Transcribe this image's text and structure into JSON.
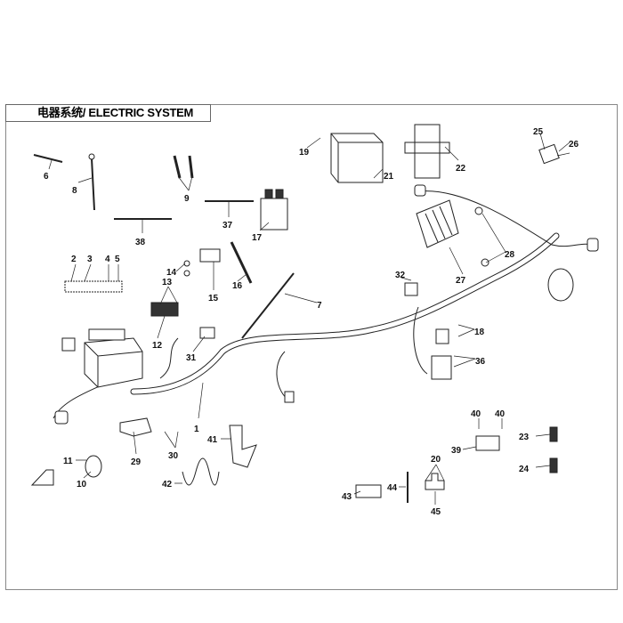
{
  "title": "电器系统/ ELECTRIC SYSTEM",
  "callouts": [
    "1",
    "2",
    "3",
    "4",
    "5",
    "6",
    "7",
    "8",
    "9",
    "10",
    "11",
    "12",
    "13",
    "14",
    "15",
    "16",
    "17",
    "18",
    "19",
    "20",
    "21",
    "22",
    "23",
    "24",
    "25",
    "26",
    "27",
    "28",
    "29",
    "30",
    "31",
    "32",
    "36",
    "37",
    "38",
    "39",
    "40",
    "40",
    "41",
    "42",
    "43",
    "44",
    "45"
  ]
}
